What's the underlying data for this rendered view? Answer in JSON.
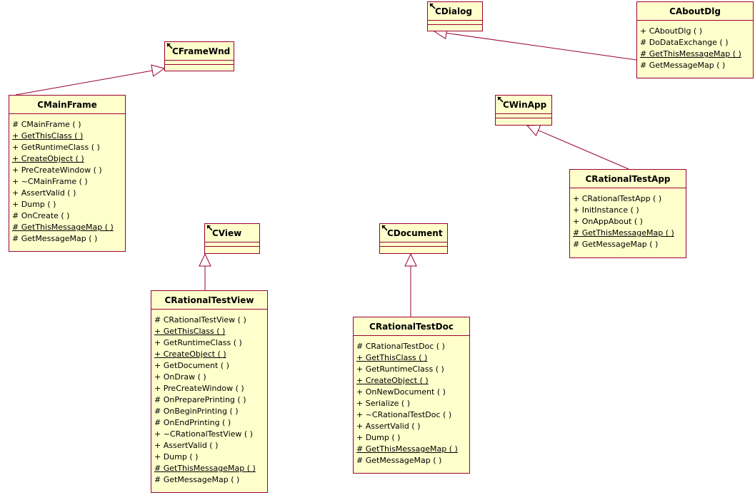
{
  "classes": {
    "CDialog": {
      "name": "CDialog",
      "operations": []
    },
    "CAboutDlg": {
      "name": "CAboutDlg",
      "operations": [
        {
          "text": "+ CAboutDlg ( )",
          "static": false
        },
        {
          "text": "# DoDataExchange ( )",
          "static": false
        },
        {
          "text": "# GetThisMessageMap ( )",
          "static": true
        },
        {
          "text": "# GetMessageMap ( )",
          "static": false
        }
      ]
    },
    "CFrameWnd": {
      "name": "CFrameWnd",
      "operations": []
    },
    "CMainFrame": {
      "name": "CMainFrame",
      "operations": [
        {
          "text": "# CMainFrame ( )",
          "static": false
        },
        {
          "text": "+ GetThisClass ( )",
          "static": true
        },
        {
          "text": "+ GetRuntimeClass ( )",
          "static": false
        },
        {
          "text": "+ CreateObject ( )",
          "static": true
        },
        {
          "text": "+ PreCreateWindow ( )",
          "static": false
        },
        {
          "text": "+ ~CMainFrame ( )",
          "static": false
        },
        {
          "text": "+ AssertValid ( )",
          "static": false
        },
        {
          "text": "+ Dump ( )",
          "static": false
        },
        {
          "text": "# OnCreate ( )",
          "static": false
        },
        {
          "text": "# GetThisMessageMap ( )",
          "static": true
        },
        {
          "text": "# GetMessageMap ( )",
          "static": false
        }
      ]
    },
    "CWinApp": {
      "name": "CWinApp",
      "operations": []
    },
    "CRationalTestApp": {
      "name": "CRationalTestApp",
      "operations": [
        {
          "text": "+ CRationalTestApp ( )",
          "static": false
        },
        {
          "text": "+ InitInstance ( )",
          "static": false
        },
        {
          "text": "+ OnAppAbout ( )",
          "static": false
        },
        {
          "text": "# GetThisMessageMap ( )",
          "static": true
        },
        {
          "text": "# GetMessageMap ( )",
          "static": false
        }
      ]
    },
    "CView": {
      "name": "CView",
      "operations": []
    },
    "CRationalTestView": {
      "name": "CRationalTestView",
      "operations": [
        {
          "text": "# CRationalTestView ( )",
          "static": false
        },
        {
          "text": "+ GetThisClass ( )",
          "static": true
        },
        {
          "text": "+ GetRuntimeClass ( )",
          "static": false
        },
        {
          "text": "+ CreateObject ( )",
          "static": true
        },
        {
          "text": "+ GetDocument ( )",
          "static": false
        },
        {
          "text": "+ OnDraw ( )",
          "static": false
        },
        {
          "text": "+ PreCreateWindow ( )",
          "static": false
        },
        {
          "text": "# OnPreparePrinting ( )",
          "static": false
        },
        {
          "text": "# OnBeginPrinting ( )",
          "static": false
        },
        {
          "text": "# OnEndPrinting ( )",
          "static": false
        },
        {
          "text": "+ ~CRationalTestView ( )",
          "static": false
        },
        {
          "text": "+ AssertValid ( )",
          "static": false
        },
        {
          "text": "+ Dump ( )",
          "static": false
        },
        {
          "text": "# GetThisMessageMap ( )",
          "static": true
        },
        {
          "text": "# GetMessageMap ( )",
          "static": false
        }
      ]
    },
    "CDocument": {
      "name": "CDocument",
      "operations": []
    },
    "CRationalTestDoc": {
      "name": "CRationalTestDoc",
      "operations": [
        {
          "text": "# CRationalTestDoc ( )",
          "static": false
        },
        {
          "text": "+ GetThisClass ( )",
          "static": true
        },
        {
          "text": "+ GetRuntimeClass ( )",
          "static": false
        },
        {
          "text": "+ CreateObject ( )",
          "static": true
        },
        {
          "text": "+ OnNewDocument ( )",
          "static": false
        },
        {
          "text": "+ Serialize ( )",
          "static": false
        },
        {
          "text": "+ ~CRationalTestDoc ( )",
          "static": false
        },
        {
          "text": "+ AssertValid ( )",
          "static": false
        },
        {
          "text": "+ Dump ( )",
          "static": false
        },
        {
          "text": "# GetThisMessageMap ( )",
          "static": true
        },
        {
          "text": "# GetMessageMap ( )",
          "static": false
        }
      ]
    }
  },
  "generalizations": [
    {
      "child": "CAboutDlg",
      "parent": "CDialog"
    },
    {
      "child": "CMainFrame",
      "parent": "CFrameWnd"
    },
    {
      "child": "CRationalTestApp",
      "parent": "CWinApp"
    },
    {
      "child": "CRationalTestView",
      "parent": "CView"
    },
    {
      "child": "CRationalTestDoc",
      "parent": "CDocument"
    }
  ],
  "colors": {
    "class_fill": "#ffffcc",
    "class_border": "#990033",
    "line": "#990033",
    "text": "#000000"
  },
  "icons": {
    "external_class_marker": "arrow-up-left-icon"
  }
}
